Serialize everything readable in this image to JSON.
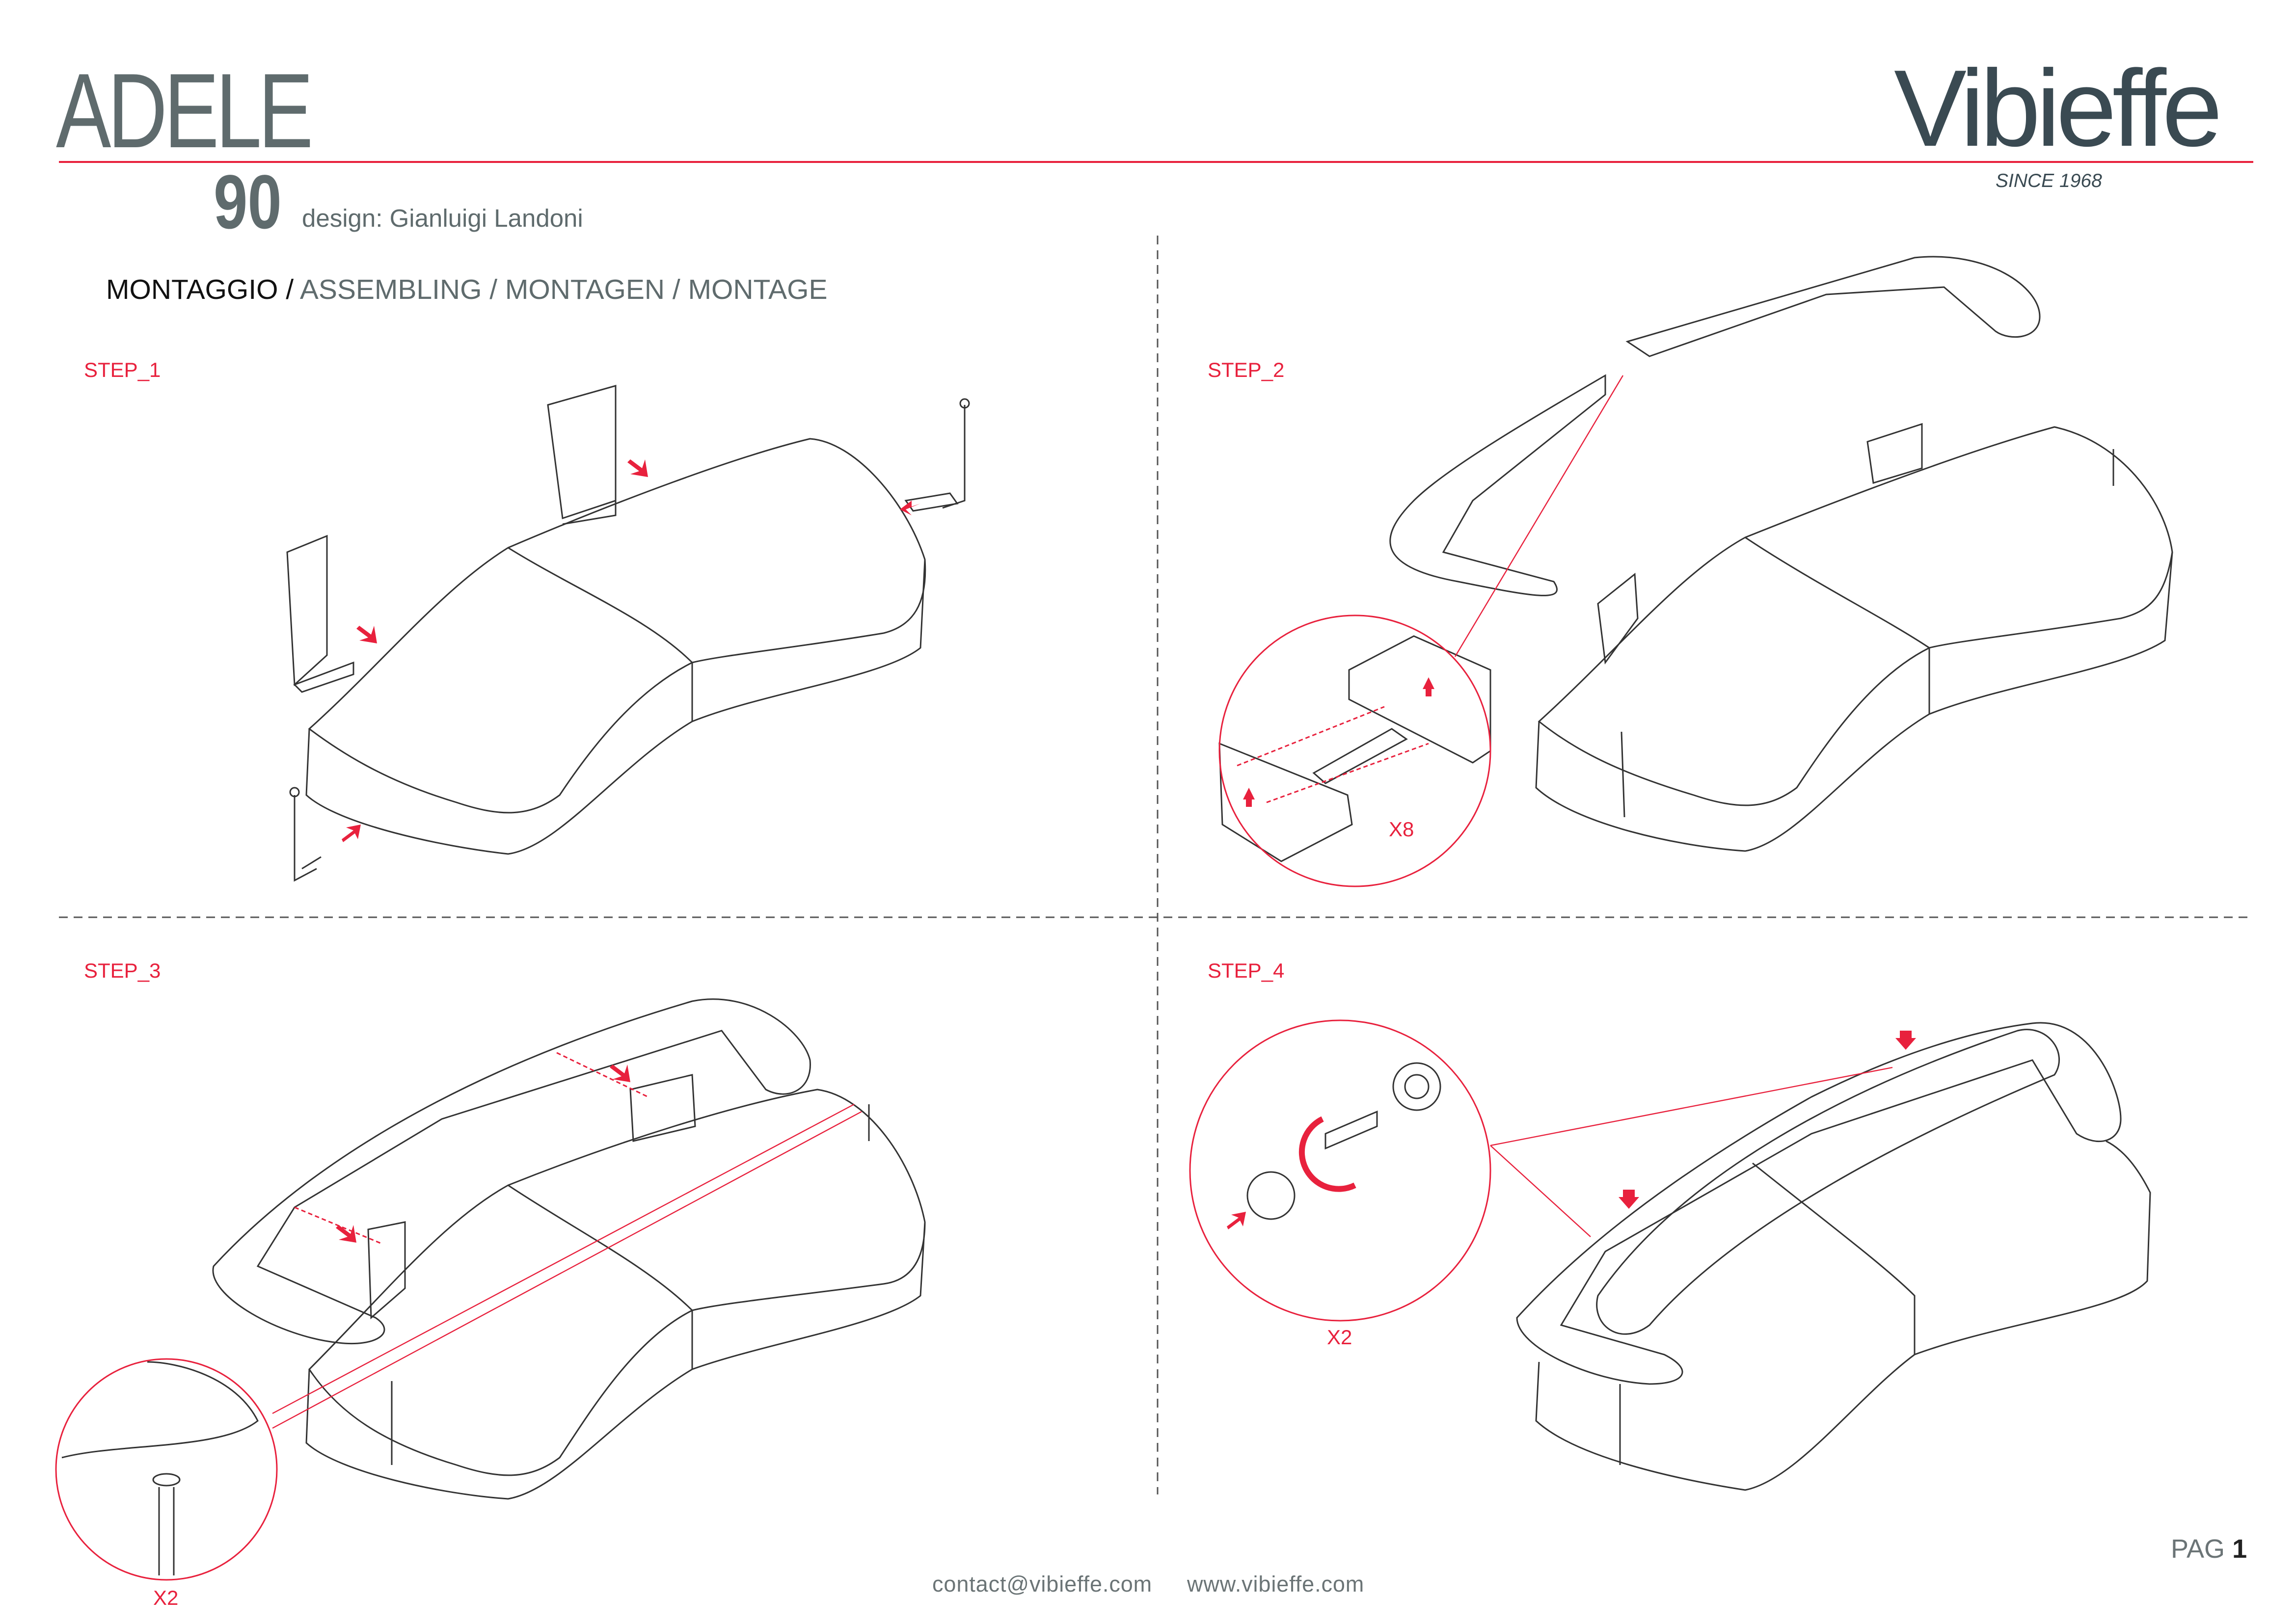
{
  "header": {
    "product_name": "ADELE",
    "model_number": "90",
    "designer": "design: Gianluigi Landoni",
    "title_primary": "MONTAGGIO /",
    "title_secondary": " ASSEMBLING / MONTAGEN / MONTAGE",
    "brand_logo": "Vibieffe",
    "brand_tagline": "SINCE 1968"
  },
  "steps": [
    {
      "label": "STEP_1"
    },
    {
      "label": "STEP_2",
      "quantity": "X8"
    },
    {
      "label": "STEP_3",
      "quantity": "X2"
    },
    {
      "label": "STEP_4",
      "quantity": "X2"
    }
  ],
  "footer": {
    "email": "contact@vibieffe.com",
    "website": "www.vibieffe.com",
    "page_label": "PAG",
    "page_number": "1"
  },
  "colors": {
    "accent": "#e8213d",
    "text_gray": "#5f6b6d",
    "logo": "#3a4a52",
    "line": "#333333"
  }
}
